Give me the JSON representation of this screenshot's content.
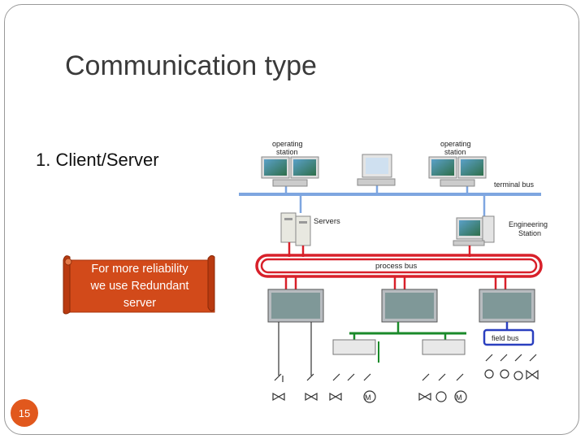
{
  "slide": {
    "title": "Communication type",
    "bullet": "1. Client/Server",
    "page_number": "15"
  },
  "callout": {
    "lines": [
      "For more reliability",
      "we use Redundant",
      "server"
    ],
    "color": "#d24a1a"
  },
  "diagram": {
    "labels": {
      "operating_station_left": [
        "operating",
        "station"
      ],
      "operating_station_right": [
        "operating",
        "station"
      ],
      "terminal_bus": "terminal bus",
      "servers": "Servers",
      "engineering_station": [
        "Engineering",
        "Station"
      ],
      "process_bus": "process bus",
      "field_bus": "field bus"
    },
    "colors": {
      "terminal_bus": "#7ea6e0",
      "process_bus": "#d8202a",
      "field_bus_green": "#1a8a2a",
      "field_bus_blue": "#2a3fbf"
    }
  }
}
